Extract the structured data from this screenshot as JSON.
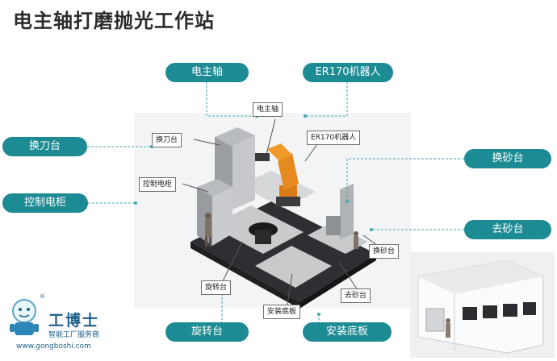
{
  "title": "电主轴打磨抛光工作站",
  "pills": {
    "spindle": "电主轴",
    "robot": "ER170机器人",
    "tool_changer": "换刀台",
    "cabinet": "控制电柜",
    "sand_changer": "换砂台",
    "sand_remover": "去砂台",
    "rotary": "旋转台",
    "base_plate": "安装底板"
  },
  "callouts": {
    "spindle": "电主轴",
    "robot": "ER170机器人",
    "tool_changer": "换刀台",
    "cabinet": "控制电柜",
    "rotary": "旋转台",
    "base_plate": "安装底板",
    "sand_changer": "换砂台",
    "sand_remover": "去砂台"
  },
  "logo": {
    "name": "工博士",
    "tagline": "智能工厂服务商",
    "url": "www.gongboshi.com",
    "mark": "®"
  },
  "colors": {
    "pill": "#1c8b93",
    "leader": "#3fa7b5",
    "robot": "#e58a1f"
  }
}
